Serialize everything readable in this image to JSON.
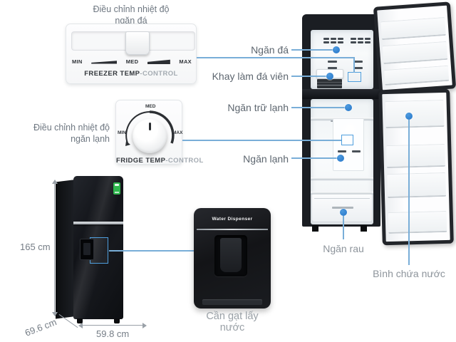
{
  "colors": {
    "accent_blue": "#2f86d4",
    "leader_line_blue": "#79aed8",
    "label_gray": "#5d666f",
    "label_light_gray": "#8d949b",
    "caption_gray": "#9aa1a7",
    "fridge_black": "#16181d",
    "energy_label_green": "#2fb64d"
  },
  "freezer_control": {
    "title_line1": "Điều chỉnh nhiệt độ",
    "title_line2": "ngăn đá",
    "min": "MIN",
    "med": "MED",
    "max": "MAX",
    "label_bold": "FREEZER TEMP",
    "label_light": "-CONTROL"
  },
  "fridge_control": {
    "title_line1": "Điều chỉnh nhiệt độ",
    "title_line2": "ngăn lạnh",
    "min": "MIN",
    "med": "MED",
    "max": "MAX",
    "label_bold": "FRIDGE TEMP",
    "label_light": "-CONTROL"
  },
  "closed_fridge": {
    "height": "165 cm",
    "depth": "69.6 cm",
    "width": "59.8 cm"
  },
  "dispenser": {
    "title": "Water Dispenser",
    "caption": "Cần gạt lấy nước"
  },
  "callouts": [
    {
      "label": "Ngăn đá"
    },
    {
      "label": "Khay làm đá viên"
    },
    {
      "label": "Ngăn trữ lạnh"
    },
    {
      "label": "Ngăn lạnh"
    },
    {
      "label": "Ngăn rau"
    },
    {
      "label": "Bình chứa nước"
    }
  ]
}
